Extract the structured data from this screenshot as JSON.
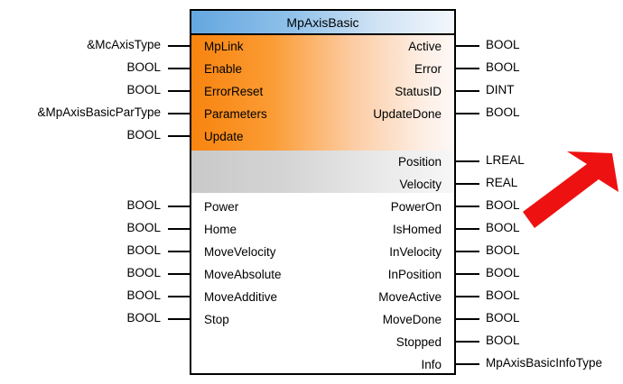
{
  "block": {
    "title": "MpAxisBasic",
    "colors": {
      "header_blue": "#64a7e0",
      "body_orange": "#f8840f",
      "body_gray": "#c9c9c9",
      "border": "#000000",
      "annotation_red": "#ee1111"
    },
    "sections": [
      {
        "id": "mp-interface",
        "style": "orange",
        "rows": [
          {
            "in_type": "&McAxisType",
            "in_name": "MpLink",
            "out_name": "Active",
            "out_type": "BOOL"
          },
          {
            "in_type": "BOOL",
            "in_name": "Enable",
            "out_name": "Error",
            "out_type": "BOOL"
          },
          {
            "in_type": "BOOL",
            "in_name": "ErrorReset",
            "out_name": "StatusID",
            "out_type": "DINT"
          },
          {
            "in_type": "&MpAxisBasicParType",
            "in_name": "Parameters",
            "out_name": "UpdateDone",
            "out_type": "BOOL"
          },
          {
            "in_type": "BOOL",
            "in_name": "Update",
            "out_name": "",
            "out_type": ""
          }
        ]
      },
      {
        "id": "status-values",
        "style": "gray",
        "rows": [
          {
            "in_type": "",
            "in_name": "",
            "out_name": "Position",
            "out_type": "LREAL"
          },
          {
            "in_type": "",
            "in_name": "",
            "out_name": "Velocity",
            "out_type": "REAL"
          }
        ]
      },
      {
        "id": "commands",
        "style": "plain",
        "rows": [
          {
            "in_type": "BOOL",
            "in_name": "Power",
            "out_name": "PowerOn",
            "out_type": "BOOL"
          },
          {
            "in_type": "BOOL",
            "in_name": "Home",
            "out_name": "IsHomed",
            "out_type": "BOOL"
          },
          {
            "in_type": "BOOL",
            "in_name": "MoveVelocity",
            "out_name": "InVelocity",
            "out_type": "BOOL"
          },
          {
            "in_type": "BOOL",
            "in_name": "MoveAbsolute",
            "out_name": "InPosition",
            "out_type": "BOOL"
          },
          {
            "in_type": "BOOL",
            "in_name": "MoveAdditive",
            "out_name": "MoveActive",
            "out_type": "BOOL"
          },
          {
            "in_type": "BOOL",
            "in_name": "Stop",
            "out_name": "MoveDone",
            "out_type": "BOOL"
          },
          {
            "in_type": "",
            "in_name": "",
            "out_name": "Stopped",
            "out_type": "BOOL"
          },
          {
            "in_type": "",
            "in_name": "",
            "out_name": "Info",
            "out_type": "MpAxisBasicInfoType"
          }
        ]
      }
    ]
  },
  "annotation": {
    "arrow": {
      "name": "red-pointer-arrow",
      "points_at": "IsHomed BOOL output type label",
      "color": "#ee1111"
    }
  }
}
